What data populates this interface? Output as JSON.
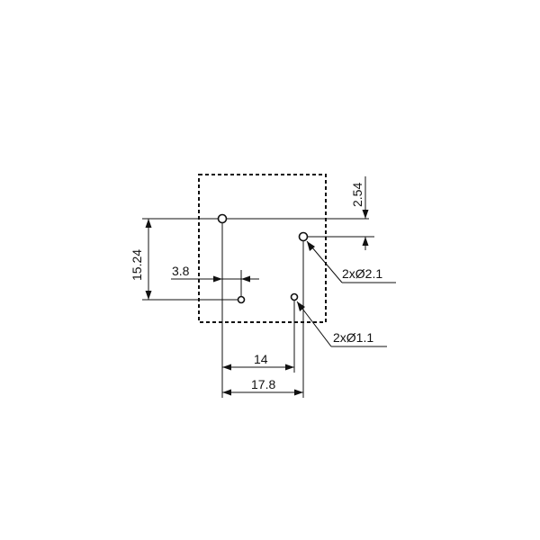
{
  "colors": {
    "ink": "#111111",
    "background": "#ffffff"
  },
  "dimensions": {
    "pitch_top": "2.54",
    "height": "15.24",
    "offset_small": "3.8",
    "width_small": "14",
    "width_large": "17.8"
  },
  "callouts": {
    "large_holes": "2xØ2.1",
    "small_holes": "2xØ1.1"
  }
}
